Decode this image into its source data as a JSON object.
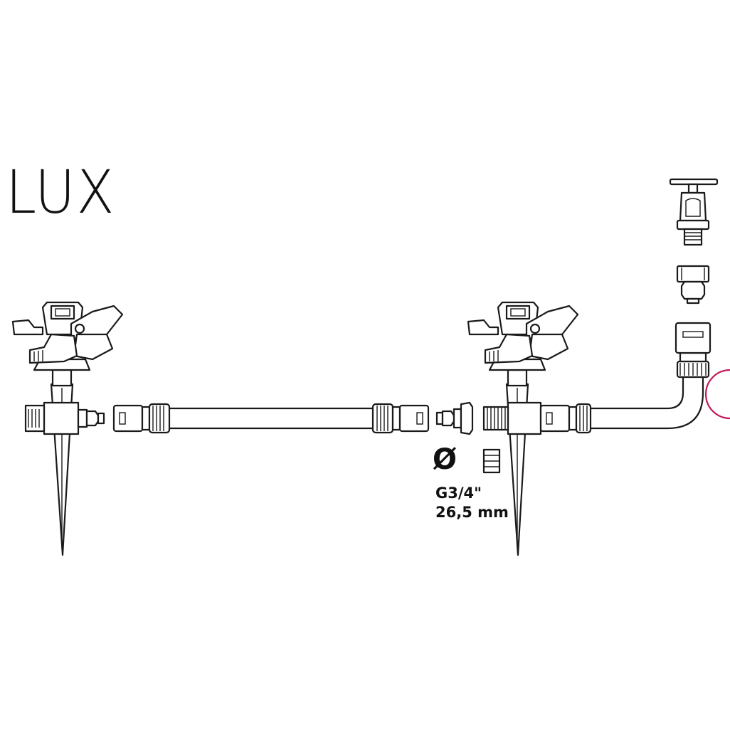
{
  "title": "LUX",
  "spec": {
    "diameter_symbol": "Ø",
    "thread": "G3/4\"",
    "size": "26,5 mm"
  },
  "icons": {
    "diameter": "diameter-icon",
    "thread": "thread-icon"
  },
  "colors": {
    "line": "#1a1a1a",
    "accent": "#c2185b",
    "background": "#ffffff"
  }
}
